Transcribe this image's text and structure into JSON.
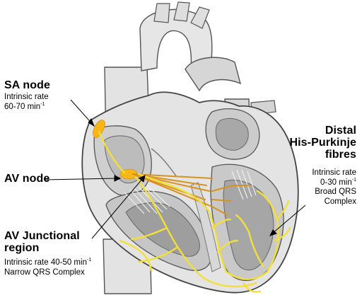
{
  "labels": {
    "sa_node": {
      "title": "SA node",
      "line1": "Intrinsic rate",
      "line2": "60-70 min",
      "sup": "-1"
    },
    "av_node": {
      "title": "AV node"
    },
    "av_junctional": {
      "title1": "AV Junctional",
      "title2": "region",
      "line1": "Intrinsic rate 40-50 min",
      "sup": "-1",
      "line2": "Narrow QRS Complex"
    },
    "purkinje": {
      "title1": "Distal",
      "title2": "His-Purkinje",
      "title3": "fibres",
      "line1": "Intrinsic rate",
      "line2": "0-30 min",
      "sup": "-1",
      "line3": "Broad QRS",
      "line4": "Complex"
    }
  },
  "colors": {
    "conduction_yellow": "#f2df3a",
    "node_gold": "#f5b616",
    "bundle_orange": "#d9921f",
    "heart_light": "#e6e6e6",
    "heart_mid": "#c8c8c8",
    "heart_dark": "#8e8e8e",
    "outline": "#4a4a4a"
  }
}
